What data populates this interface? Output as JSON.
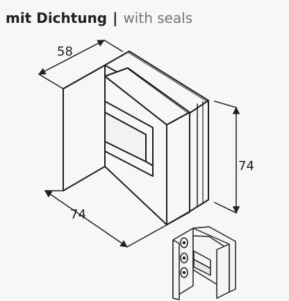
{
  "header": {
    "title_de": "mit Dichtung",
    "separator": "|",
    "title_en": "with seals"
  },
  "dimensions": {
    "depth": "58",
    "width": "74",
    "height": "74"
  },
  "colors": {
    "background": "#f7f7f7",
    "line": "#1f1f1f",
    "muted_text": "#737373",
    "thumbnail_fill": "#f5f5f5"
  }
}
